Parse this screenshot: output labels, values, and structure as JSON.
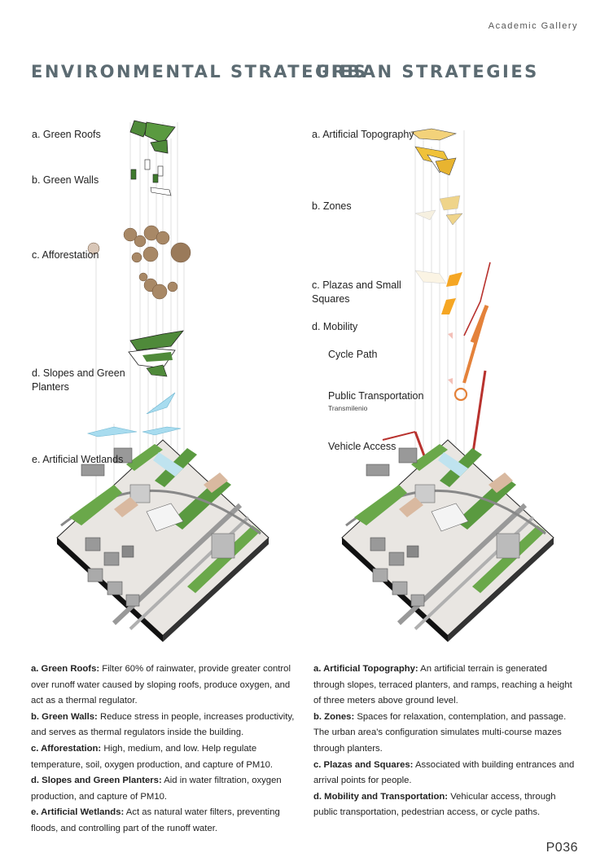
{
  "gallery_label": "Academic Gallery",
  "environmental": {
    "title": "ENVIRONMENTAL STRATEGIES",
    "labels": {
      "green_roofs": "a. Green Roofs",
      "green_walls": "b. Green Walls",
      "afforestation": "c. Afforestation",
      "slopes_line1": "d. Slopes and Green",
      "slopes_line2": "Planters",
      "wetlands": "e. Artificial Wetlands"
    },
    "descriptions": [
      {
        "term": "a. Green Roofs:",
        "text": " Filter 60% of rainwater, provide greater control over runoff water caused by sloping roofs, produce oxygen, and act as a thermal regulator."
      },
      {
        "term": "b. Green Walls:",
        "text": " Reduce stress in people, increases productivity, and serves as thermal regulators inside the building."
      },
      {
        "term": "c. Afforestation:",
        "text": " High, medium, and low. Help regulate temperature, soil, oxygen production, and capture of PM10."
      },
      {
        "term": "d. Slopes and Green Planters:",
        "text": " Aid in water filtration, oxygen production, and capture of PM10."
      },
      {
        "term": "e. Artificial Wetlands:",
        "text": " Act as natural water filters, preventing floods, and controlling part of the runoff water."
      }
    ]
  },
  "urban": {
    "title": "URBAN STRATEGIES",
    "labels": {
      "topography": "a. Artificial Topography",
      "zones": "b. Zones",
      "plazas_line1": "c. Plazas and Small",
      "plazas_line2": "Squares",
      "mobility": "d. Mobility",
      "cycle": "Cycle Path",
      "public_transport": "Public Transportation",
      "transmilenio": "Transmilenio",
      "vehicle": "Vehicle Access"
    },
    "descriptions": [
      {
        "term": "a. Artificial Topography:",
        "text": " An artificial terrain is generated through slopes, terraced planters, and ramps, reaching a height of three meters above ground level."
      },
      {
        "term": "b. Zones:",
        "text": " Spaces for relaxation, contemplation, and passage. The urban area's configuration simulates multi-course mazes through planters."
      },
      {
        "term": "c. Plazas and Squares:",
        "text": " Associated with building entrances and arrival points for people."
      },
      {
        "term": "d. Mobility and Transportation:",
        "text": " Vehicular access, through public transportation, pedestrian access, or cycle paths."
      }
    ]
  },
  "page_number": "P036",
  "colors": {
    "heading": "#5c6b72",
    "green": "#4f8a3a",
    "wetland": "#9fd6ea",
    "yellow": "#f0c23a",
    "orange": "#e4823a",
    "red": "#b8322e"
  }
}
